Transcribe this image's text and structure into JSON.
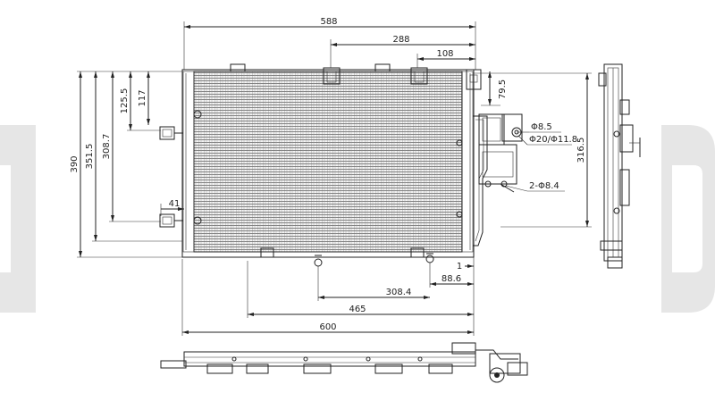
{
  "drawing": {
    "colors": {
      "line": "#222222",
      "core": "#8c8c8c",
      "watermark": "#e6e6e6"
    },
    "dimensions": {
      "d588": "588",
      "d288": "288",
      "d108": "108",
      "d390": "390",
      "d351_5": "351.5",
      "d308_7": "308.7",
      "d125_5": "125.5",
      "d117": "117",
      "d41": "41",
      "d79_5": "79.5",
      "d316_5": "316.5",
      "d_phi8_5": "Φ8.5",
      "d_phi20_11_8": "Φ20/Φ11.8",
      "d2_phi8_4": "2-Φ8.4",
      "d1": "1",
      "d88_6": "88.6",
      "d308_4": "308.4",
      "d465": "465",
      "d600": "600"
    }
  }
}
